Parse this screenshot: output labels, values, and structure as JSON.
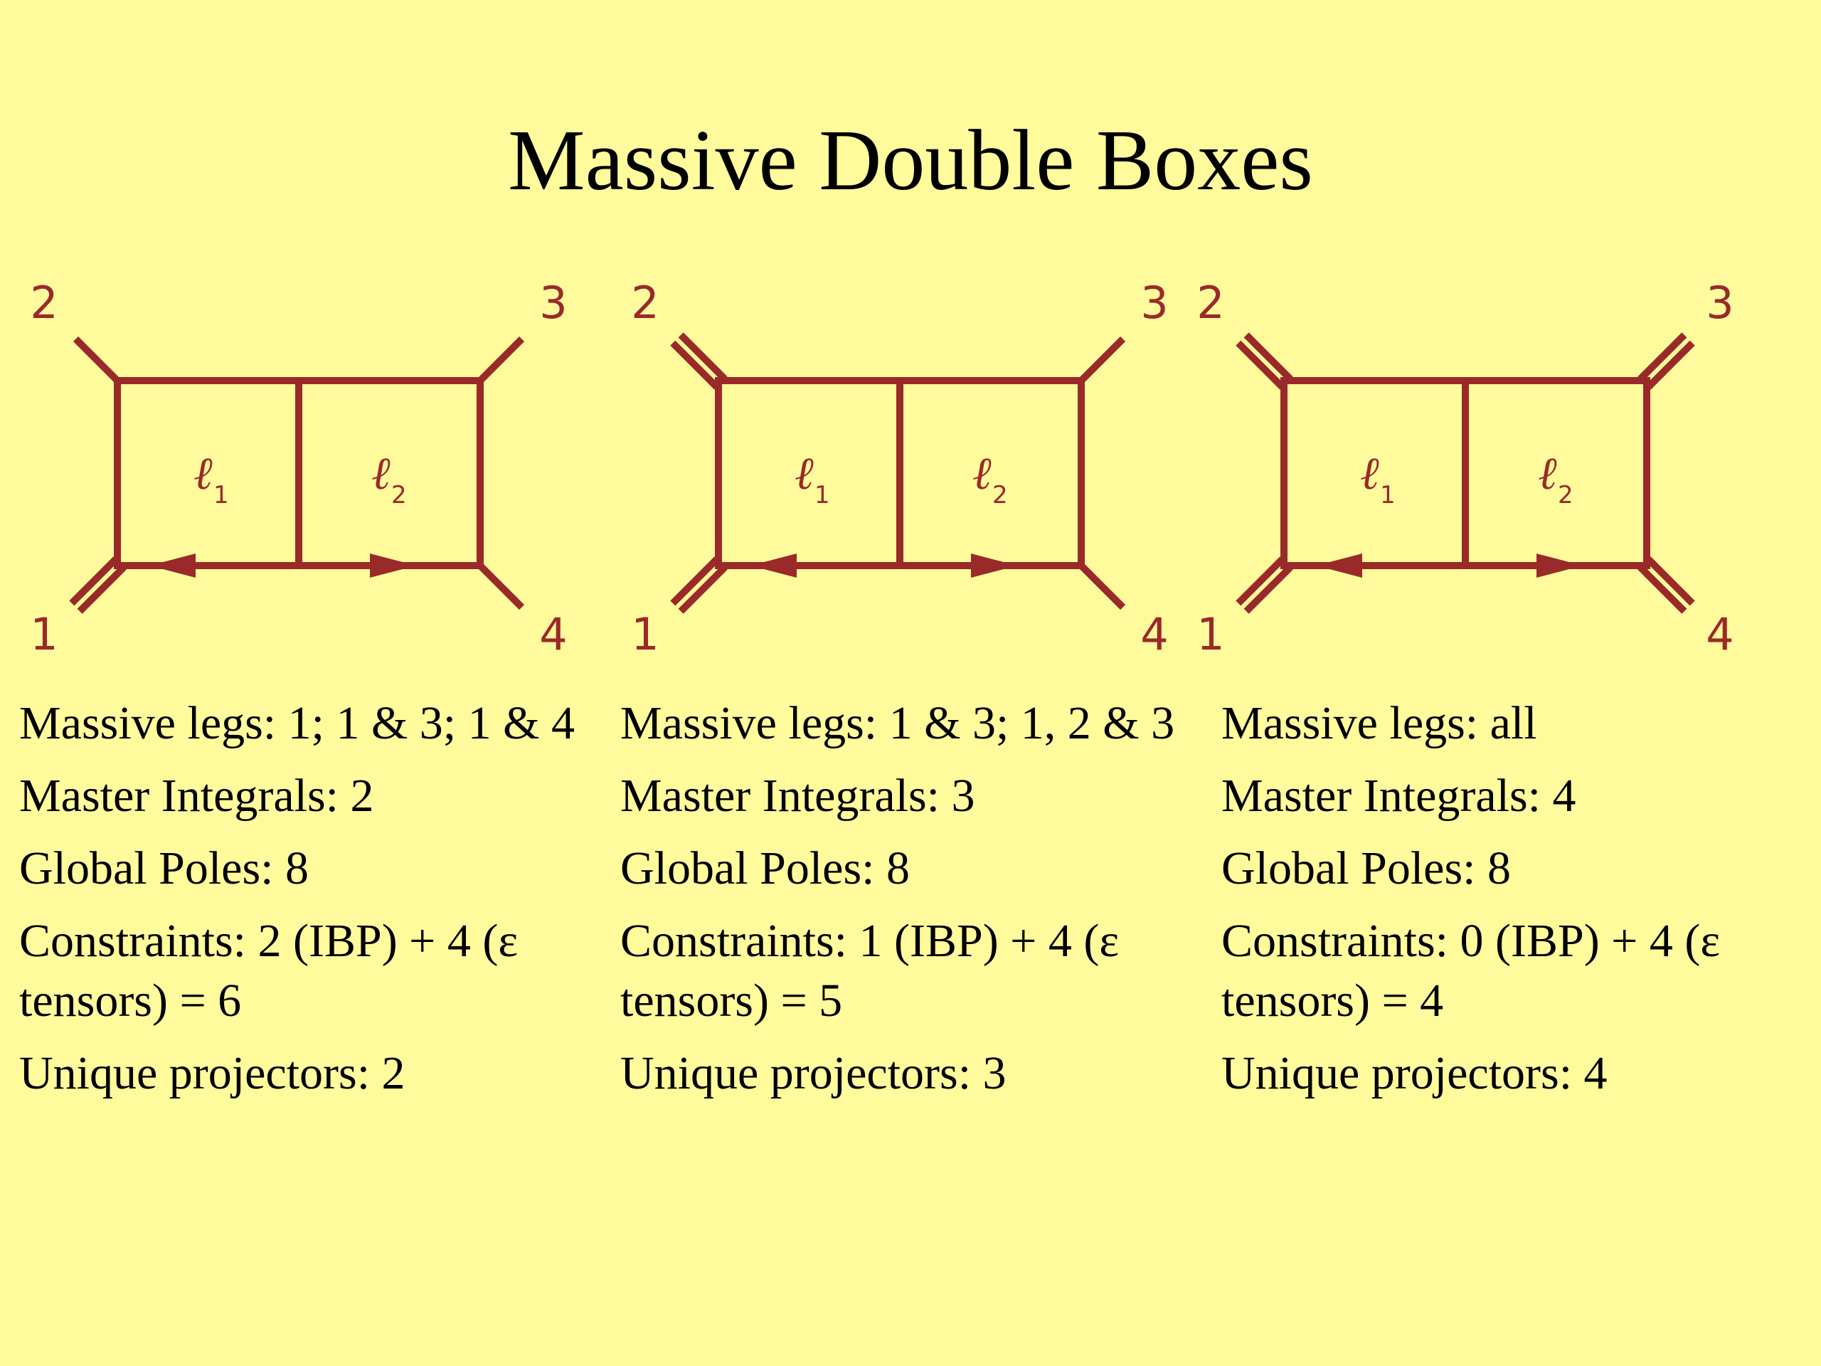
{
  "title": "Massive Double Boxes",
  "diagrams": [
    {
      "legs": {
        "top_left": "2",
        "top_right": "3",
        "bottom_left": "1",
        "bottom_right": "4"
      },
      "loops": {
        "l1_sub": "1",
        "l2_sub": "2"
      },
      "massive": {
        "1": true,
        "2": false,
        "3": false,
        "4": false
      },
      "info": [
        "Massive legs: 1; 1 & 3; 1 & 4",
        "Master Integrals: 2",
        "Global Poles: 8",
        "Constraints: 2 (IBP) + 4 (ε tensors) = 6",
        "Unique projectors: 2"
      ]
    },
    {
      "legs": {
        "top_left": "2",
        "top_right": "3",
        "bottom_left": "1",
        "bottom_right": "4"
      },
      "loops": {
        "l1_sub": "1",
        "l2_sub": "2"
      },
      "massive": {
        "1": true,
        "2": true,
        "3": false,
        "4": false
      },
      "info": [
        "Massive legs: 1 & 3; 1, 2 & 3",
        "Master Integrals: 3",
        "Global Poles: 8",
        "Constraints: 1 (IBP) + 4 (ε tensors) = 5",
        "Unique projectors: 3"
      ]
    },
    {
      "legs": {
        "top_left": "2",
        "top_right": "3",
        "bottom_left": "1",
        "bottom_right": "4"
      },
      "loops": {
        "l1_sub": "1",
        "l2_sub": "2"
      },
      "massive": {
        "1": true,
        "2": true,
        "3": true,
        "4": true
      },
      "info": [
        "Massive legs: all",
        "Master Integrals: 4",
        "Global Poles: 8",
        "Constraints: 0 (IBP) + 4 (ε tensors) = 4",
        "Unique projectors: 4"
      ]
    }
  ]
}
